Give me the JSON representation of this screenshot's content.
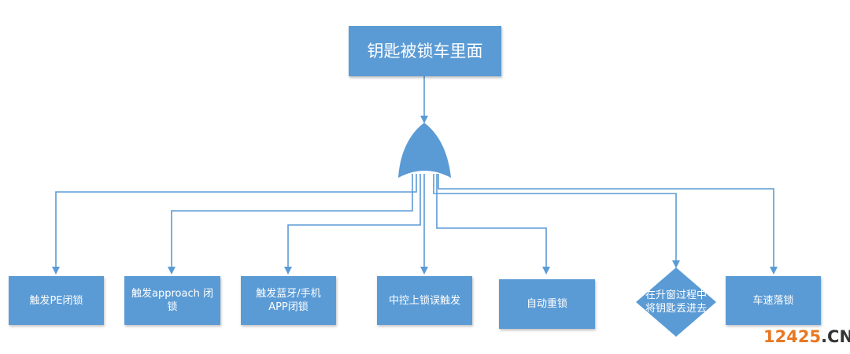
{
  "root": {
    "label": "钥匙被锁车里面"
  },
  "gate": {
    "type": "or-gate"
  },
  "leaves": [
    {
      "id": "pe-lock",
      "label": "触发PE闭锁"
    },
    {
      "id": "approach-lock",
      "label": "触发approach 闭锁"
    },
    {
      "id": "bluetooth-lock",
      "label": "触发蓝牙/手机APP闭锁"
    },
    {
      "id": "central-lock",
      "label": "中控上锁误触发"
    },
    {
      "id": "relock",
      "label": "自动重锁"
    },
    {
      "id": "window-drop",
      "label": "在升窗过程中将钥匙丢进去"
    },
    {
      "id": "speed-lock",
      "label": "车速落锁"
    }
  ],
  "watermark": {
    "number": "12425",
    "suffix": ".CN"
  },
  "colors": {
    "node_fill": "#5b9bd5",
    "connector": "#5b9bd5",
    "text": "#ffffff",
    "watermark_number": "#e87722",
    "watermark_suffix": "#333333"
  }
}
